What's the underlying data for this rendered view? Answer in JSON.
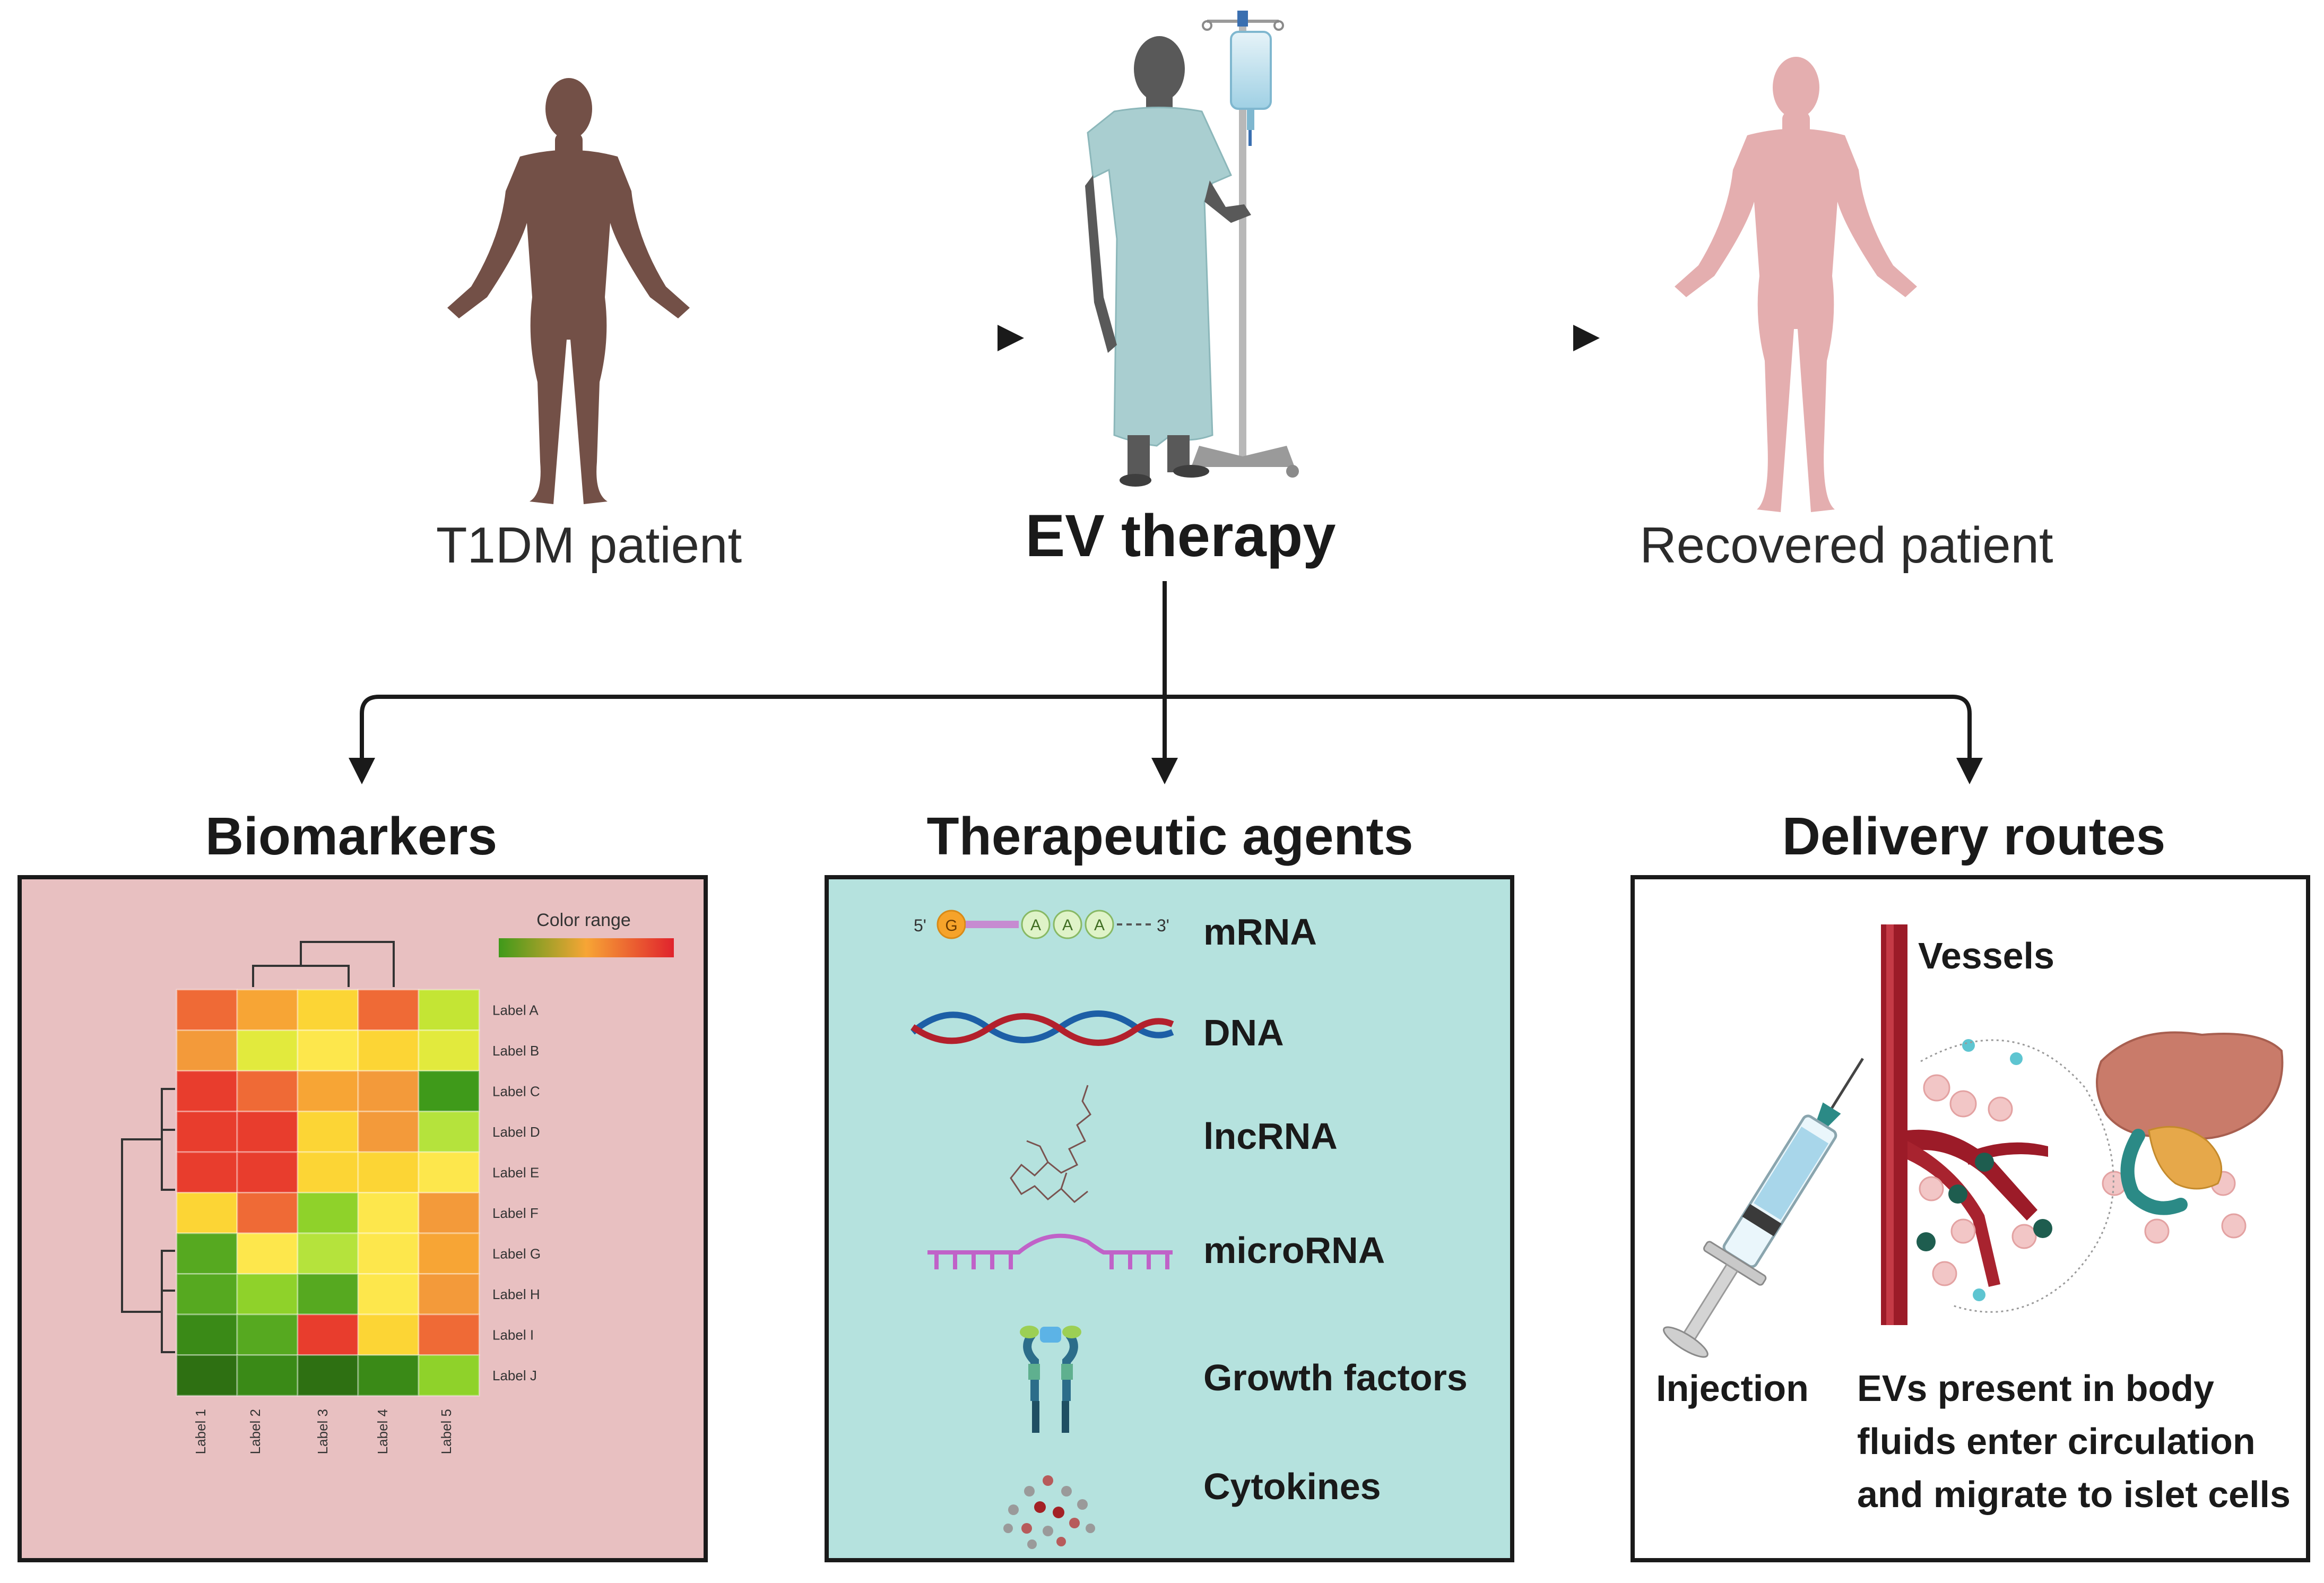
{
  "top": {
    "patient_label": "T1DM patient",
    "therapy_label": "EV therapy",
    "recovered_label": "Recovered patient"
  },
  "sections": {
    "biomarkers": "Biomarkers",
    "therapeutic": "Therapeutic agents",
    "delivery": "Delivery routes"
  },
  "heatmap": {
    "color_range_label": "Color range",
    "row_labels": [
      "Label A",
      "Label B",
      "Label C",
      "Label D",
      "Label E",
      "Label F",
      "Label G",
      "Label H",
      "Label I",
      "Label J"
    ],
    "col_labels": [
      "Label 1",
      "Label 2",
      "Label 3",
      "Label 4",
      "Label 5"
    ],
    "cells": [
      [
        "#ef6a36",
        "#f7a535",
        "#fcd535",
        "#ef6a36",
        "#c4e534"
      ],
      [
        "#f39a3a",
        "#e2ea3d",
        "#fde74c",
        "#fcd535",
        "#e2ea3d"
      ],
      [
        "#e83d2d",
        "#ef6a36",
        "#f7a535",
        "#f39a3a",
        "#3f9a1a"
      ],
      [
        "#e83d2d",
        "#e83d2d",
        "#fcd535",
        "#f39a3a",
        "#b5e33c"
      ],
      [
        "#e83d2d",
        "#e83d2d",
        "#fcd535",
        "#fcd535",
        "#fde74c"
      ],
      [
        "#fcd535",
        "#ef6a36",
        "#8fd22a",
        "#fde74c",
        "#f39a3a"
      ],
      [
        "#56a920",
        "#fde74c",
        "#b5e33c",
        "#fde74c",
        "#f7a535"
      ],
      [
        "#56a920",
        "#8fd22a",
        "#56a920",
        "#fde74c",
        "#f39a3a"
      ],
      [
        "#3a8a17",
        "#56a920",
        "#e83d2d",
        "#fcd535",
        "#ef6a36"
      ],
      [
        "#2e7012",
        "#3a8a17",
        "#2e7012",
        "#3a8a17",
        "#8fd22a"
      ]
    ]
  },
  "agents": {
    "mrna": "mRNA",
    "dna": "DNA",
    "lncrna": "lncRNA",
    "microrna": "microRNA",
    "growth": "Growth factors",
    "cytokines": "Cytokines",
    "mrna_five": "5'",
    "mrna_three": "3'",
    "mrna_cap": "G",
    "mrna_tail": "A"
  },
  "delivery": {
    "vessels": "Vessels",
    "injection": "Injection",
    "ev_line1": "EVs present in body",
    "ev_line2": "fluids enter circulation",
    "ev_line3": "and migrate to islet cells"
  },
  "colors": {
    "patient_body": "#735047",
    "recovered_body": "#e4aeaf",
    "gown": "#a9ced0",
    "panel_pink": "#e8c0c1",
    "panel_teal": "#b5e2de",
    "vessel_red": "#9c1b28",
    "liver": "#c97b6a",
    "pancreas": "#e6a84a"
  }
}
